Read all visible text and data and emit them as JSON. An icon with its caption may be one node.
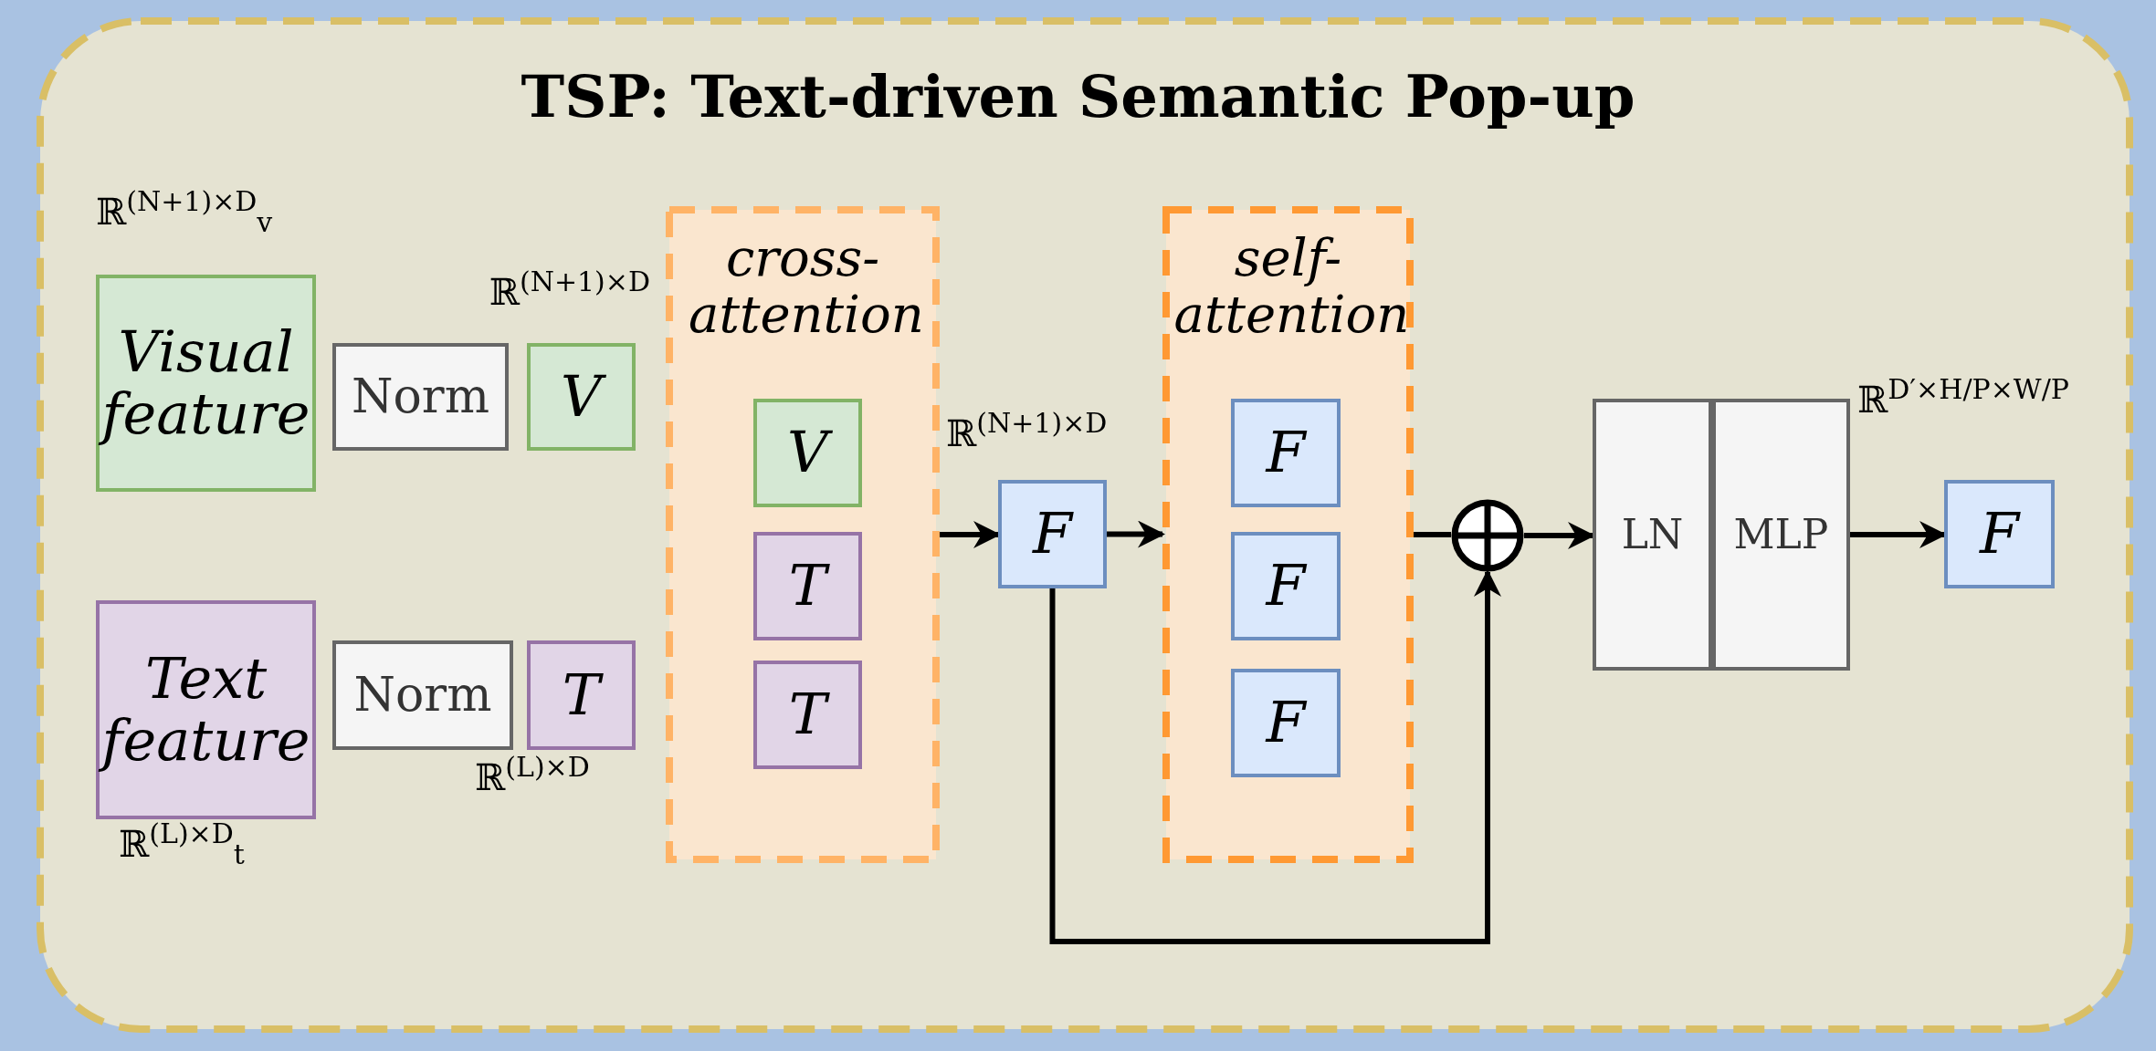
{
  "diagram": {
    "title": "TSP: Text-driven Semantic Pop-up",
    "nodes": [
      {
        "text": [
          "Visual feature"
        ],
        "beside": [
          "ℝ$^{(N+1)×D}$$_{v}$"
        ]
      },
      {
        "text": [
          "Norm"
        ]
      },
      {
        "text": [
          "V"
        ],
        "beside": [
          "ℝ$^{(N+1)×D}$"
        ]
      },
      {
        "text": [
          "Text feature"
        ],
        "beside": [
          "ℝ$^{(L)×D}$$_{t}$"
        ]
      },
      {
        "text": [
          "Norm"
        ]
      },
      {
        "text": [
          "T"
        ],
        "beside": [
          "ℝ$^{(L)×D}$"
        ]
      },
      {
        "text": [
          "cross-attention"
        ]
      },
      {
        "text": [
          "V"
        ],
        "in": 6
      },
      {
        "text": [
          "T"
        ],
        "in": 6
      },
      {
        "text": [
          "T"
        ],
        "in": 6
      },
      {
        "text": [
          "F"
        ],
        "beside": [
          "ℝ$^{(N+1)×D}$"
        ]
      },
      {
        "text": [
          "self-attention"
        ]
      },
      {
        "text": [
          "F"
        ],
        "in": 11
      },
      {
        "text": [
          "F"
        ],
        "in": 11
      },
      {
        "text": [
          "F"
        ],
        "in": 11
      },
      {
        "text": [],
        "shape": "circle"
      },
      {
        "text": [
          "LN"
        ]
      },
      {
        "text": [
          "MLP"
        ]
      },
      {
        "text": [
          "F"
        ]
      }
    ],
    "labels": [
      "ℝ$^{D′×H/P×W/P}$"
    ],
    "edges": [
      {
        "from": 6,
        "to": 10,
        "arrow": "to"
      },
      {
        "from": 10,
        "to": 11,
        "arrow": "to"
      },
      {
        "from": 11,
        "to": 15,
        "arrow": "none"
      },
      {
        "from": 15,
        "to": 16,
        "arrow": "to"
      },
      {
        "from": 17,
        "to": 18,
        "arrow": "to"
      },
      {
        "from": 10,
        "to": 15,
        "arrow": "to"
      }
    ]
  }
}
